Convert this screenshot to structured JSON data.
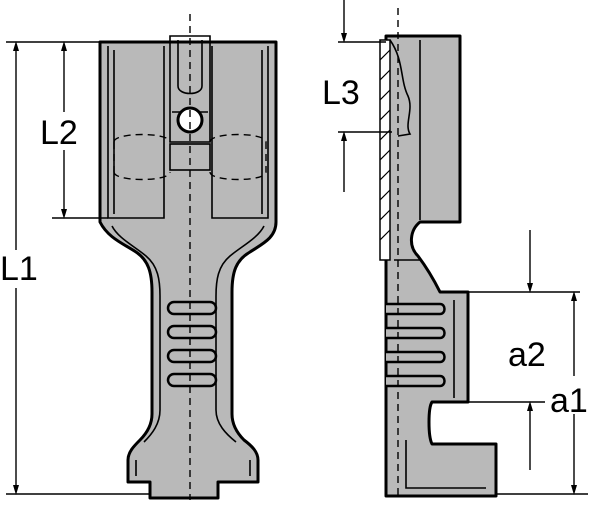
{
  "labels": {
    "L1": "L1",
    "L2": "L2",
    "L3": "L3",
    "a1": "a1",
    "a2": "a2"
  },
  "colors": {
    "body_fill": "#b9b9b9",
    "line": "#000000",
    "background": "#ffffff"
  }
}
